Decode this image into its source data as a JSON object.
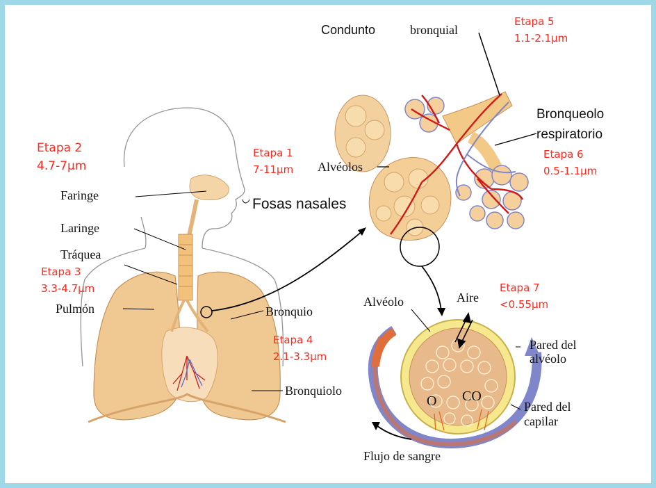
{
  "colors": {
    "frame": "#9fd8e6",
    "stage_text": "#ff2a1f",
    "tissue": "#f1c88a",
    "tissue_dark": "#d99a55",
    "artery": "#d01818",
    "vein": "#7f86c9",
    "capillary_wall": "#f6e88c"
  },
  "labels": {
    "conducto": "Condunto",
    "bronquial": "bronquial",
    "bronqueolo_line1": "Bronqueolo",
    "bronqueolo_line2": "respiratorio",
    "alveolos": "Alvéolos",
    "faringe": "Faringe",
    "laringe": "Laringe",
    "traquea": "Tráquea",
    "pulmon": "Pulmón",
    "fosas": "Fosas nasales",
    "bronquio": "Bronquio",
    "bronquiolo": "Bronquiolo",
    "alveolo": "Alvéolo",
    "aire": "Aire",
    "pared_alveolo_1": "Pared del",
    "pared_alveolo_2": "alvéolo",
    "pared_capilar_1": "Pared del",
    "pared_capilar_2": "capilar",
    "flujo": "Flujo de sangre",
    "o2": "O",
    "co2": "CO"
  },
  "stages": {
    "s1": {
      "name": "Etapa 1",
      "range": "7-11µm"
    },
    "s2": {
      "name": "Etapa 2",
      "range": "4.7-7µm"
    },
    "s3": {
      "name": "Etapa 3",
      "range": "3.3-4.7µm"
    },
    "s4": {
      "name": "Etapa 4",
      "range": "2.1-3.3µm"
    },
    "s5": {
      "name": "Etapa 5",
      "range": "1.1-2.1µm"
    },
    "s6": {
      "name": "Etapa 6",
      "range": "0.5-1.1µm"
    },
    "s7": {
      "name": "Etapa 7",
      "range": "<0.55µm"
    }
  }
}
